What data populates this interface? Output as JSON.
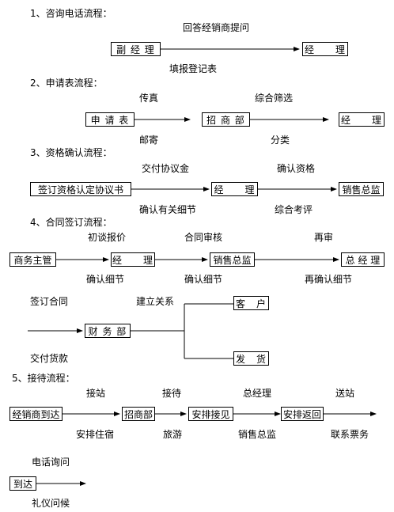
{
  "sections": {
    "s1": {
      "title": "1、咨询电话流程：",
      "boxes": [
        "副 经 理",
        "经　　理"
      ],
      "above": [
        "回答经销商提问"
      ],
      "below": [
        "填报登记表"
      ]
    },
    "s2": {
      "title": "2、申请表流程：",
      "boxes": [
        "申 请 表",
        "招 商 部",
        "经　　理"
      ],
      "above": [
        "传真",
        "综合筛选"
      ],
      "below": [
        "邮寄",
        "分类"
      ]
    },
    "s3": {
      "title": "3、资格确认流程：",
      "boxes": [
        "签订资格认定协议书",
        "经　　理",
        "销售总监"
      ],
      "above": [
        "交付协议金",
        "确认资格"
      ],
      "below": [
        "确认有关细节",
        "综合考评"
      ]
    },
    "s4": {
      "title": "4、合同签订流程：",
      "boxes": [
        "商务主管",
        "经　　理",
        "销售总监",
        "总 经 理"
      ],
      "above": [
        "初谈报价",
        "合同审核",
        "再审"
      ],
      "below": [
        "确认细节",
        "确认细节",
        "再确认细节"
      ],
      "branch": {
        "left_above": "签订合同",
        "left_below": "交付货款",
        "box": "财 务 部",
        "mid_label": "建立关系",
        "targets": [
          "客　户",
          "发　货"
        ]
      }
    },
    "s5": {
      "title": "5、接待流程：",
      "boxes": [
        "经销商到达",
        "招商部",
        "安排接见",
        "安排返回"
      ],
      "above": [
        "接站",
        "接待",
        "总经理",
        "送站"
      ],
      "below": [
        "安排住宿",
        "旅游",
        "销售总监",
        "联系票务"
      ]
    },
    "s6": {
      "above": "电话询问",
      "box": "到达",
      "below": "礼仪问候"
    }
  }
}
